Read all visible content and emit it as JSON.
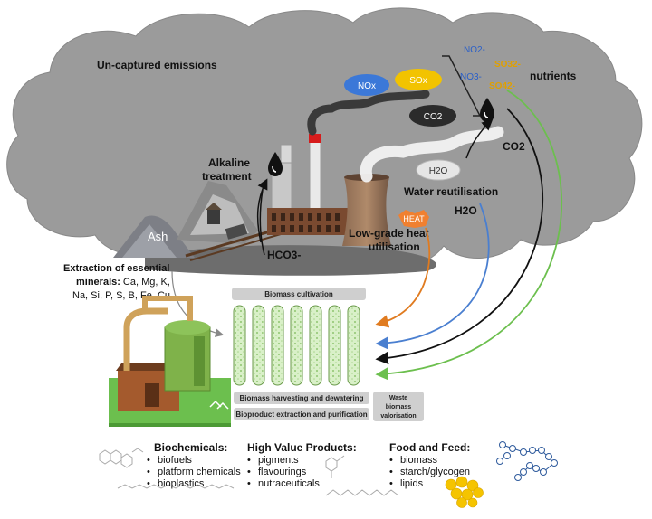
{
  "labels": {
    "uncaptured": "Un-captured emissions",
    "nox": "NOx",
    "sox": "SOx",
    "co2_cloud": "CO2",
    "h2o_cloud": "H2O",
    "no2": "NO2-",
    "no3": "NO3-",
    "so3": "SO32-",
    "so4": "SO42-",
    "nutrients": "nutrients",
    "co2_arrow": "CO2",
    "water_reuse": "Water reutilisation",
    "h2o_arrow": "H2O",
    "alkaline_1": "Alkaline",
    "alkaline_2": "treatment",
    "ash": "Ash",
    "hco3": "HCO3-",
    "heat": "HEAT",
    "lowgrade_1": "Low-grade heat",
    "lowgrade_2": "utilisation",
    "extraction_1": "Extraction of essential",
    "extraction_2": "minerals:",
    "extraction_2b": "Ca, Mg, K,",
    "extraction_3": "Na, Si, P, S, B, Fe, Cu,"
  },
  "process": {
    "cultivation": "Biomass cultivation",
    "harvesting": "Biomass harvesting and dewatering",
    "extraction": "Bioproduct extraction and purification",
    "waste_1": "Waste",
    "waste_2": "biomass",
    "waste_3": "valorisation"
  },
  "products": {
    "biochemicals": {
      "title": "Biochemicals:",
      "items": [
        "biofuels",
        "platform chemicals",
        "bioplastics"
      ]
    },
    "high_value": {
      "title": "High Value Products:",
      "items": [
        "pigments",
        "flavourings",
        "nutraceuticals"
      ]
    },
    "food_feed": {
      "title": "Food and Feed:",
      "items": [
        "biomass",
        "starch/glycogen",
        "lipids"
      ]
    }
  },
  "colors": {
    "cloud": "#9a9a9a",
    "nox_bubble": "#3b78d8",
    "sox_bubble": "#f2c300",
    "co2_bubble": "#2b2b2b",
    "nutrient_blue": "#3b6fd8",
    "nutrient_orange": "#e8a400",
    "arrow_orange": "#e07b20",
    "arrow_blue": "#4a7fd0",
    "arrow_green": "#6cbf4e",
    "heat_badge": "#f08030"
  },
  "tube_count": 7
}
